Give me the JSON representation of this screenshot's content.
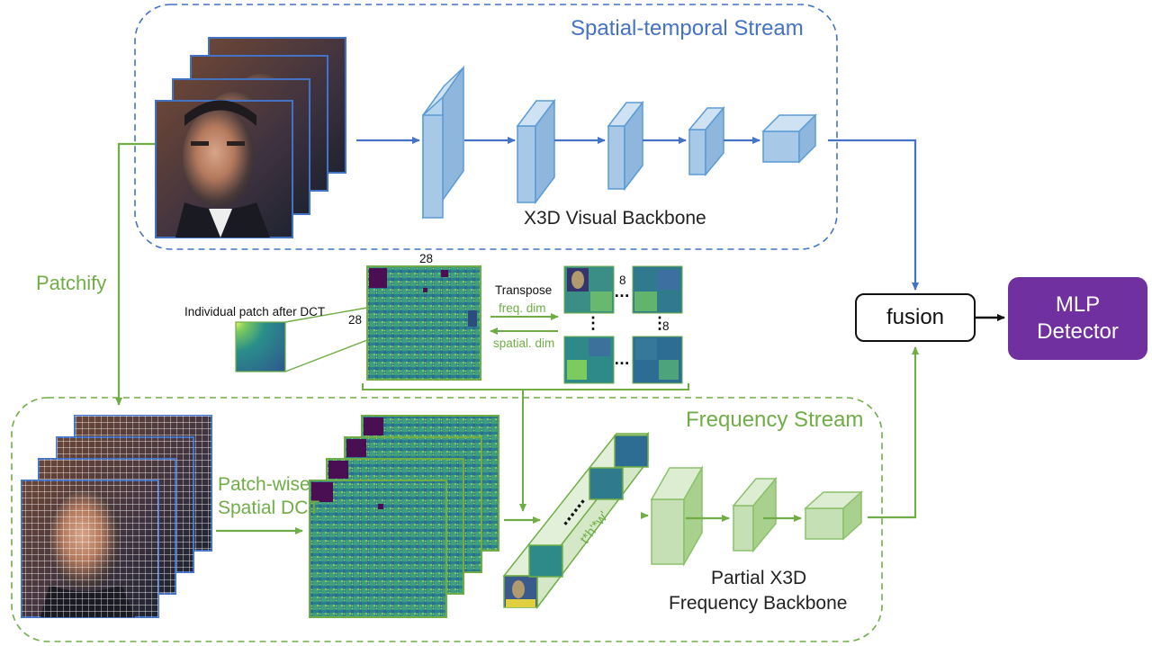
{
  "streams": {
    "spatial_temporal": "Spatial-temporal Stream",
    "frequency": "Frequency Stream"
  },
  "backbones": {
    "visual": "X3D Visual Backbone",
    "frequency_line1": "Partial X3D",
    "frequency_line2": "Frequency Backbone"
  },
  "steps": {
    "patchify": "Patchify",
    "dct_line1": "Patch-wise",
    "dct_line2": "Spatial DCT"
  },
  "patch_detail": {
    "individual_patch": "Individual patch after DCT",
    "dim_top": "28",
    "dim_side": "28",
    "transpose": "Transpose",
    "freq_dim": "freq. dim",
    "spatial_dim": "spatial. dim",
    "grid_cols": "8",
    "grid_rows": "8",
    "dots_h": "…",
    "dots_v": "⋮"
  },
  "sequence_label": "t*h'*w'",
  "fusion": "fusion",
  "detector": {
    "line1": "MLP",
    "line2": "Detector"
  },
  "colors": {
    "blue": "#4472C4",
    "green": "#70AD47",
    "purple": "#7030A0",
    "blue_block": "#9DC3E6",
    "green_block": "#C5E0B4",
    "dct_base": "#2E8B8A"
  }
}
